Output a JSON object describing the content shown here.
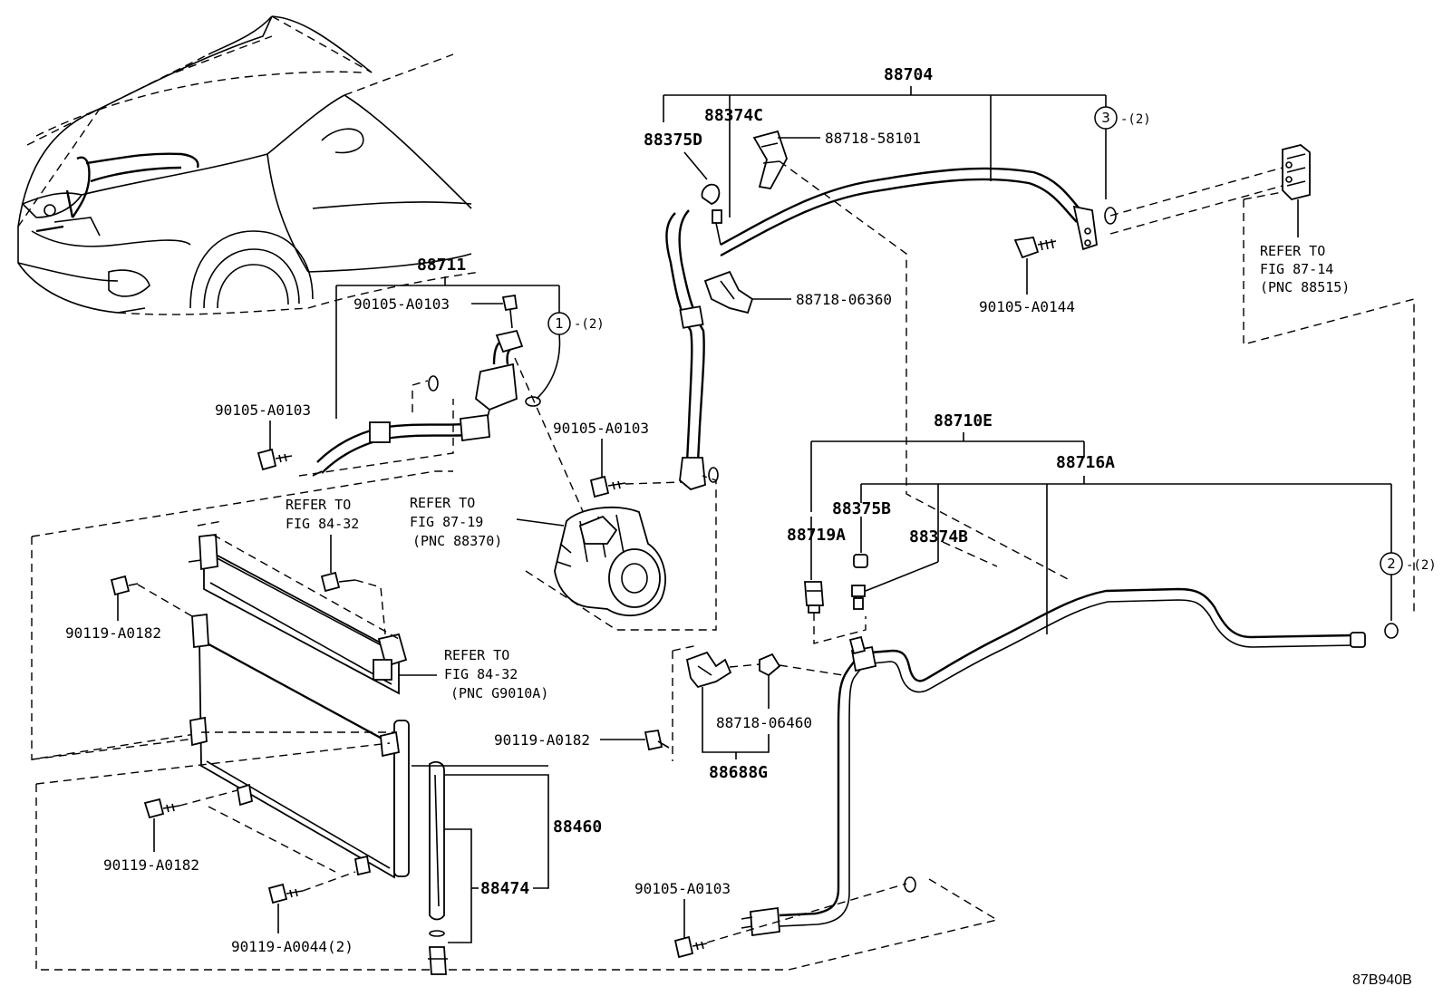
{
  "labels": {
    "p88704": "88704",
    "p88374C": "88374C",
    "p88375D": "88375D",
    "p88718_58101": "88718-58101",
    "p88718_06360": "88718-06360",
    "p90105_A0144": "90105-A0144",
    "p88711": "88711",
    "p90105_A0103_a": "90105-A0103",
    "p90105_A0103_b": "90105-A0103",
    "p90105_A0103_c": "90105-A0103",
    "p90105_A0103_d": "90105-A0103",
    "p88710E": "88710E",
    "p88716A": "88716A",
    "p88375B": "88375B",
    "p88719A": "88719A",
    "p88374B": "88374B",
    "p90119_A0182_a": "90119-A0182",
    "p90119_A0182_b": "90119-A0182",
    "p90119_A0182_c": "90119-A0182",
    "p88718_06460": "88718-06460",
    "p88688G": "88688G",
    "p88460": "88460",
    "p88474": "88474",
    "p90119_A0044": "90119-A0044(2)"
  },
  "references": {
    "ref1": [
      "REFER TO",
      "FIG 87-14",
      "(PNC 88515)"
    ],
    "ref2": [
      "REFER TO",
      "FIG 87-19",
      "(PNC 88370)"
    ],
    "ref3": [
      "REFER TO",
      "FIG 84-32"
    ],
    "ref4": [
      "REFER TO",
      "FIG 84-32",
      "(PNC G9010A)"
    ]
  },
  "callouts": {
    "c1": {
      "num": "1",
      "qty": "-(2)"
    },
    "c2": {
      "num": "2",
      "qty": "-(2)"
    },
    "c3": {
      "num": "3",
      "qty": "-(2)"
    }
  },
  "diagram_code": "87B940B"
}
